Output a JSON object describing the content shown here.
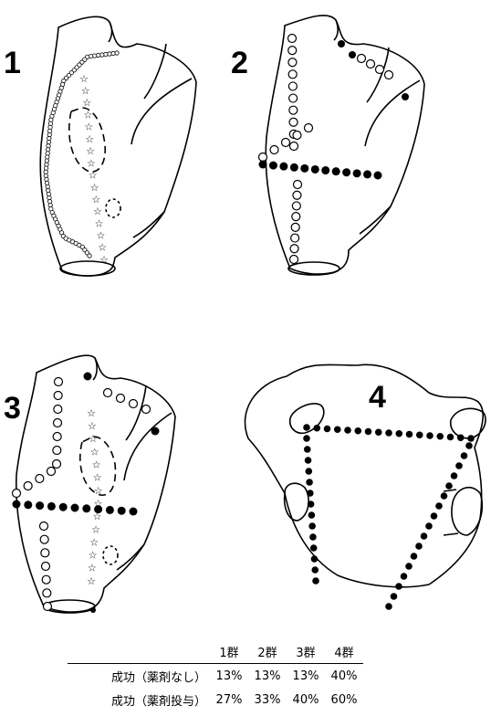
{
  "panels": [
    {
      "number": "1"
    },
    {
      "number": "2"
    },
    {
      "number": "3"
    },
    {
      "number": "4"
    }
  ],
  "table": {
    "columns": [
      "1群",
      "2群",
      "3群",
      "4群"
    ],
    "rows": [
      {
        "label": "成功（薬剤なし）",
        "values": [
          "13%",
          "13%",
          "13%",
          "40%"
        ]
      },
      {
        "label": "成功（薬剤投与）",
        "values": [
          "27%",
          "33%",
          "40%",
          "60%"
        ]
      }
    ]
  }
}
